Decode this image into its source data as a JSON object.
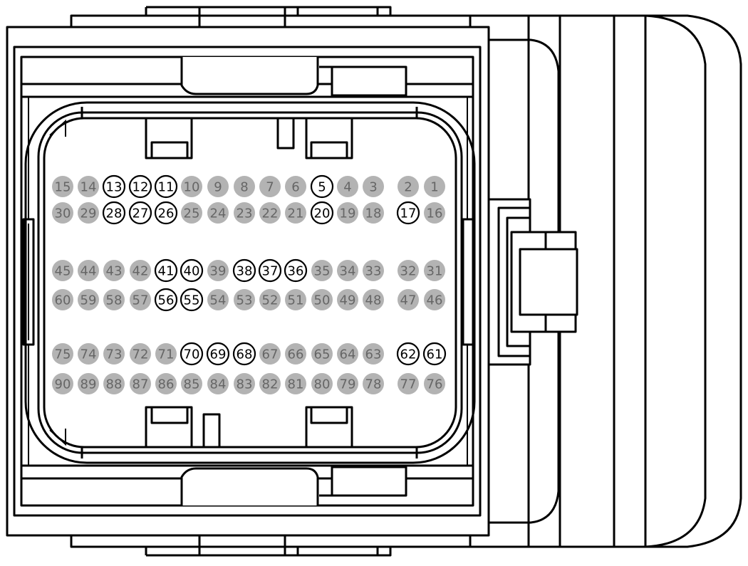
{
  "connector": {
    "pin_style": {
      "filled_fill": "#b3b3b3",
      "filled_text": "#666666",
      "outlined_fill": "#ffffff",
      "outlined_stroke": "#000000",
      "outlined_text": "#000000"
    },
    "rows": [
      {
        "pins": [
          {
            "n": "15",
            "s": "filled"
          },
          {
            "n": "14",
            "s": "filled"
          },
          {
            "n": "13",
            "s": "outlined"
          },
          {
            "n": "12",
            "s": "outlined"
          },
          {
            "n": "11",
            "s": "outlined"
          },
          {
            "n": "10",
            "s": "filled"
          },
          {
            "n": "9",
            "s": "filled"
          },
          {
            "n": "8",
            "s": "filled"
          },
          {
            "n": "7",
            "s": "filled"
          },
          {
            "n": "6",
            "s": "filled"
          },
          {
            "n": "5",
            "s": "outlined"
          },
          {
            "n": "4",
            "s": "filled"
          },
          {
            "n": "3",
            "s": "filled"
          },
          {
            "n": "2",
            "s": "filled"
          },
          {
            "n": "1",
            "s": "filled"
          }
        ]
      },
      {
        "pins": [
          {
            "n": "30",
            "s": "filled"
          },
          {
            "n": "29",
            "s": "filled"
          },
          {
            "n": "28",
            "s": "outlined"
          },
          {
            "n": "27",
            "s": "outlined"
          },
          {
            "n": "26",
            "s": "outlined"
          },
          {
            "n": "25",
            "s": "filled"
          },
          {
            "n": "24",
            "s": "filled"
          },
          {
            "n": "23",
            "s": "filled"
          },
          {
            "n": "22",
            "s": "filled"
          },
          {
            "n": "21",
            "s": "filled"
          },
          {
            "n": "20",
            "s": "outlined"
          },
          {
            "n": "19",
            "s": "filled"
          },
          {
            "n": "18",
            "s": "filled"
          },
          {
            "n": "17",
            "s": "outlined"
          },
          {
            "n": "16",
            "s": "filled"
          }
        ]
      },
      {
        "pins": [
          {
            "n": "45",
            "s": "filled"
          },
          {
            "n": "44",
            "s": "filled"
          },
          {
            "n": "43",
            "s": "filled"
          },
          {
            "n": "42",
            "s": "filled"
          },
          {
            "n": "41",
            "s": "outlined"
          },
          {
            "n": "40",
            "s": "outlined"
          },
          {
            "n": "39",
            "s": "filled"
          },
          {
            "n": "38",
            "s": "outlined"
          },
          {
            "n": "37",
            "s": "outlined"
          },
          {
            "n": "36",
            "s": "outlined"
          },
          {
            "n": "35",
            "s": "filled"
          },
          {
            "n": "34",
            "s": "filled"
          },
          {
            "n": "33",
            "s": "filled"
          },
          {
            "n": "32",
            "s": "filled"
          },
          {
            "n": "31",
            "s": "filled"
          }
        ]
      },
      {
        "pins": [
          {
            "n": "60",
            "s": "filled"
          },
          {
            "n": "59",
            "s": "filled"
          },
          {
            "n": "58",
            "s": "filled"
          },
          {
            "n": "57",
            "s": "filled"
          },
          {
            "n": "56",
            "s": "outlined"
          },
          {
            "n": "55",
            "s": "outlined"
          },
          {
            "n": "54",
            "s": "filled"
          },
          {
            "n": "53",
            "s": "filled"
          },
          {
            "n": "52",
            "s": "filled"
          },
          {
            "n": "51",
            "s": "filled"
          },
          {
            "n": "50",
            "s": "filled"
          },
          {
            "n": "49",
            "s": "filled"
          },
          {
            "n": "48",
            "s": "filled"
          },
          {
            "n": "47",
            "s": "filled"
          },
          {
            "n": "46",
            "s": "filled"
          }
        ]
      },
      {
        "pins": [
          {
            "n": "75",
            "s": "filled"
          },
          {
            "n": "74",
            "s": "filled"
          },
          {
            "n": "73",
            "s": "filled"
          },
          {
            "n": "72",
            "s": "filled"
          },
          {
            "n": "71",
            "s": "filled"
          },
          {
            "n": "70",
            "s": "outlined"
          },
          {
            "n": "69",
            "s": "outlined"
          },
          {
            "n": "68",
            "s": "outlined"
          },
          {
            "n": "67",
            "s": "filled"
          },
          {
            "n": "66",
            "s": "filled"
          },
          {
            "n": "65",
            "s": "filled"
          },
          {
            "n": "64",
            "s": "filled"
          },
          {
            "n": "63",
            "s": "filled"
          },
          {
            "n": "62",
            "s": "outlined"
          },
          {
            "n": "61",
            "s": "outlined"
          }
        ]
      },
      {
        "pins": [
          {
            "n": "90",
            "s": "filled"
          },
          {
            "n": "89",
            "s": "filled"
          },
          {
            "n": "88",
            "s": "filled"
          },
          {
            "n": "87",
            "s": "filled"
          },
          {
            "n": "86",
            "s": "filled"
          },
          {
            "n": "85",
            "s": "filled"
          },
          {
            "n": "84",
            "s": "filled"
          },
          {
            "n": "83",
            "s": "filled"
          },
          {
            "n": "82",
            "s": "filled"
          },
          {
            "n": "81",
            "s": "filled"
          },
          {
            "n": "80",
            "s": "filled"
          },
          {
            "n": "79",
            "s": "filled"
          },
          {
            "n": "78",
            "s": "filled"
          },
          {
            "n": "77",
            "s": "filled"
          },
          {
            "n": "76",
            "s": "filled"
          }
        ]
      }
    ]
  }
}
